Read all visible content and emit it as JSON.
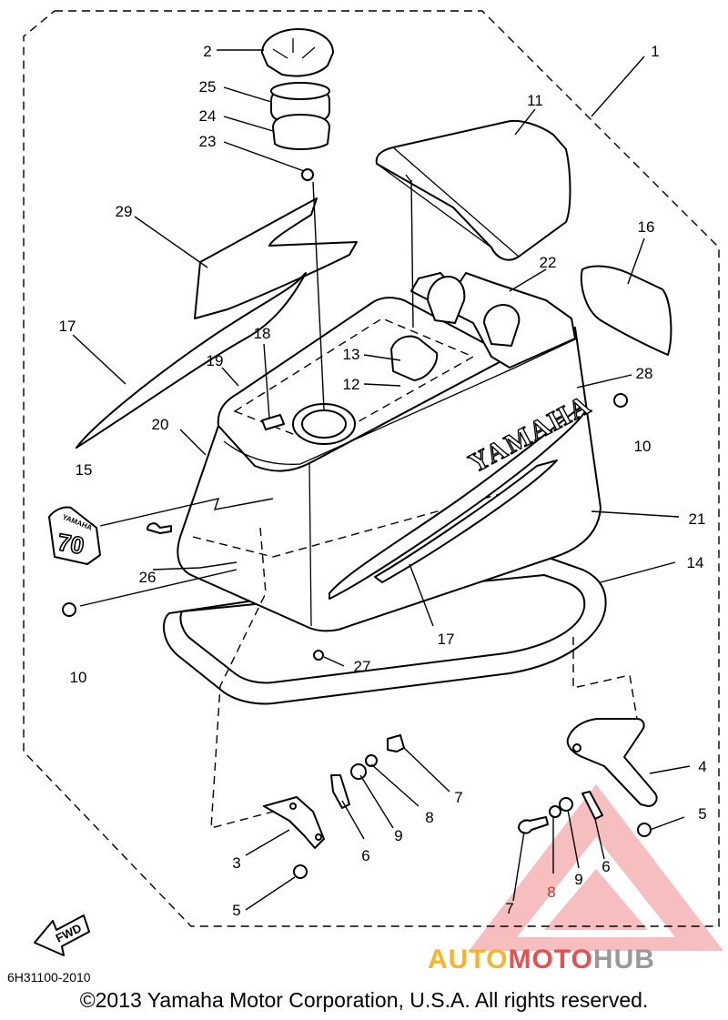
{
  "watermark": {
    "part1": "AUTO",
    "part2": "MOTO",
    "part3": "HUB"
  },
  "diagram_code": "6H31100-2010",
  "copyright": "©2013 Yamaha Motor Corporation, U.S.A. All rights reserved.",
  "brand_text": "YAMAHA",
  "decal_text": "YAMAHA",
  "decal_number": "70",
  "fwd_label": "FWD",
  "labels": {
    "l1": "1",
    "l2": "2",
    "l25": "25",
    "l24": "24",
    "l23": "23",
    "l11": "11",
    "l29": "29",
    "l16": "16",
    "l22": "22",
    "l17a": "17",
    "l18": "18",
    "l19": "19",
    "l13": "13",
    "l12": "12",
    "l28": "28",
    "l20": "20",
    "l10a": "10",
    "l15": "15",
    "l21": "21",
    "l26": "26",
    "l14": "14",
    "l10b": "10",
    "l17b": "17",
    "l27": "27",
    "l4": "4",
    "l7a": "7",
    "l8a": "8",
    "l9a": "9",
    "l6a": "6",
    "l3": "3",
    "l5a": "5",
    "l5b": "5",
    "l6b": "6",
    "l9b": "9",
    "l8b": "8",
    "l7b": "7"
  },
  "colors": {
    "line": "#000000",
    "watermark_yellow": "#f3b52c",
    "watermark_red": "#e65050",
    "watermark_gray": "#9a9a9a"
  }
}
